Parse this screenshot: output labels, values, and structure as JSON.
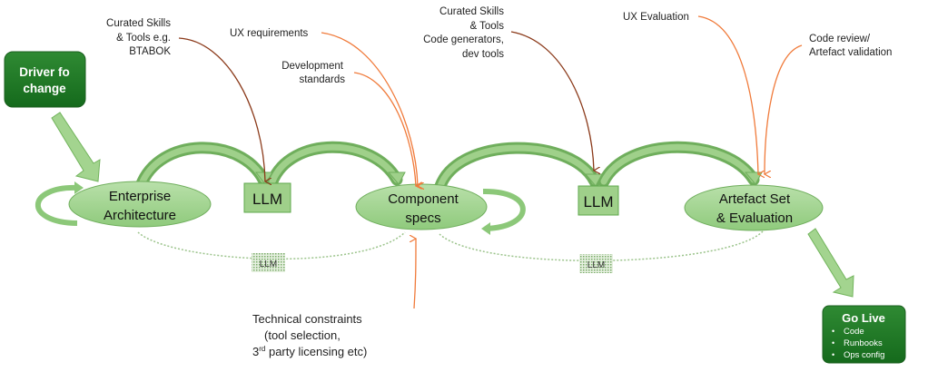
{
  "driver": {
    "line1": "Driver fo",
    "line2": "change"
  },
  "nodes": {
    "ea": {
      "line1": "Enterprise",
      "line2": "Architecture"
    },
    "cs": {
      "line1": "Component",
      "line2": "specs"
    },
    "as": {
      "line1": "Artefact Set",
      "line2": "& Evaluation"
    }
  },
  "llm_label": "LLM",
  "llm_small_label": "LLM",
  "inputs": {
    "skills1": [
      "Curated Skills",
      "& Tools e.g.",
      "BTABOK"
    ],
    "ux_req": "UX requirements",
    "dev_std": [
      "Development",
      "standards"
    ],
    "skills2": [
      "Curated Skills",
      "& Tools",
      "Code generators,",
      "dev tools"
    ],
    "ux_eval": "UX Evaluation",
    "code_review": [
      "Code review/",
      "Artefact validation"
    ],
    "tech": [
      "Technical constraints",
      "(tool selection,",
      "3",
      "rd",
      " party licensing etc)"
    ]
  },
  "golive": {
    "title": "Go Live",
    "items": [
      "Code",
      "Runbooks",
      "Ops config"
    ]
  },
  "colors": {
    "green_dark": "#1e7a23",
    "green_light": "#a8d69a",
    "orange": "#f07a3a",
    "brown": "#8b3a1a"
  }
}
